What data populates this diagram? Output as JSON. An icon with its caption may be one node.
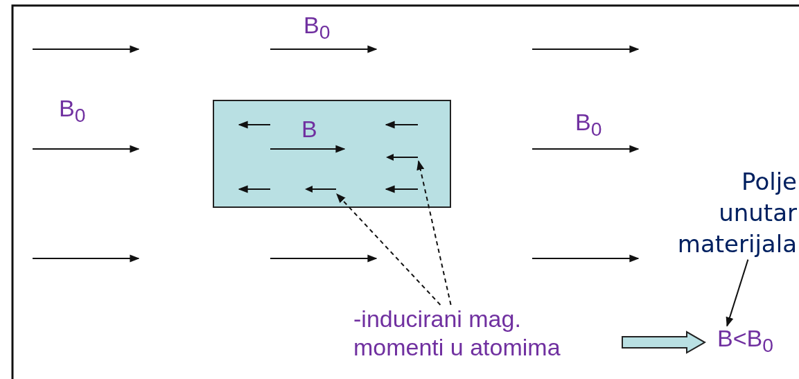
{
  "diagram": {
    "nodes": [
      {
        "text": [
          "B"
        ]
      },
      {
        "text": [
          "-inducirani mag. momenti u atomima"
        ]
      },
      {
        "text": [
          "Polje unutar materijala"
        ]
      },
      {
        "text": [
          "B<B$_{0}$"
        ]
      },
      {
        "text": [],
        "shape": "arrow",
        "in": 0
      },
      {
        "text": [],
        "shape": "arrow",
        "in": 0
      }
    ],
    "edges": [
      {
        "from": 1,
        "to": 4,
        "arrow": "to",
        "style": "dashed"
      },
      {
        "from": 1,
        "to": 5,
        "arrow": "to",
        "style": "dashed"
      },
      {
        "from": 2,
        "to": 3,
        "arrow": "to"
      },
      {
        "from": 1,
        "to": 3,
        "arrow": "to",
        "style": "thick",
        "color": "#b9e0e3"
      }
    ],
    "labels": [
      "B$_{0}$",
      "B$_{0}$",
      "B$_{0}$"
    ]
  }
}
